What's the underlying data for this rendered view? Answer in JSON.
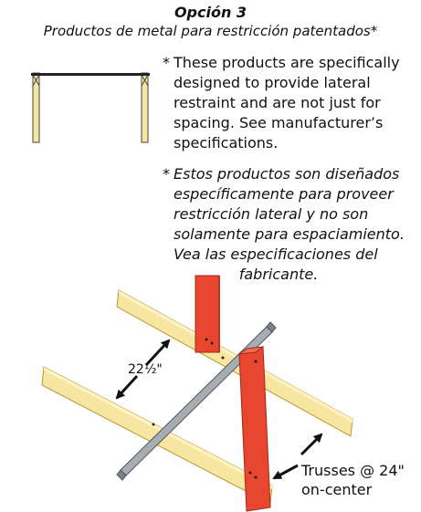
{
  "title": "Opción 3",
  "subtitle": "Productos de metal para restricción patentados*",
  "note_en": {
    "star": "*",
    "lines": [
      "These products are specifically",
      "designed to provide lateral",
      "restraint and are not just for",
      "spacing. See manufacturer’s",
      "specifications."
    ]
  },
  "note_es": {
    "star": "*",
    "lines": [
      "Estos productos son diseñados",
      "específicamente para proveer",
      "restricción lateral y no son",
      "solamente para espaciamiento.",
      "Vea las especificaciones del",
      "fabricante."
    ]
  },
  "dimension_label": "22½\"",
  "trusses_label": {
    "line1": "Trusses @ 24\"",
    "line2": "on-center"
  },
  "colors": {
    "wood": "#f7e6a1",
    "wood_edge": "#e8c86a",
    "restraint_red": "#e8462e",
    "metal": "#a8adb3",
    "metal_dark": "#7c828a"
  }
}
